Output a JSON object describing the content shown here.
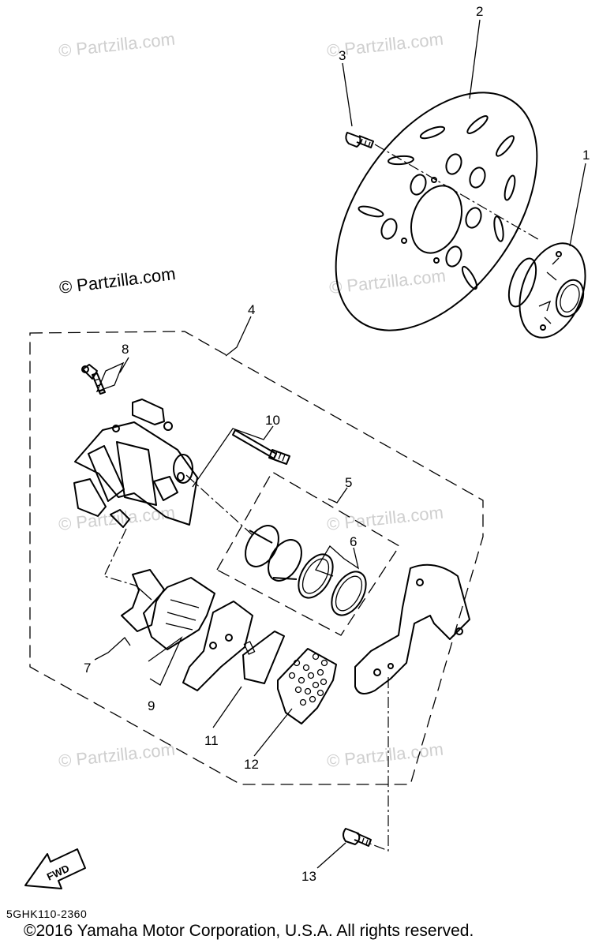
{
  "watermark": "© Partzilla.com",
  "brand_label": "© Partzilla.com",
  "callouts": {
    "c1": "1",
    "c2": "2",
    "c3": "3",
    "c4": "4",
    "c5": "5",
    "c6": "6",
    "c7": "7",
    "c8": "8",
    "c9": "9",
    "c10": "10",
    "c11": "11",
    "c12": "12",
    "c13": "13"
  },
  "fwd_label": "FWD",
  "diagram_code": "5GHK110-2360",
  "copyright": "©2016 Yamaha Motor Corporation, U.S.A. All rights reserved."
}
